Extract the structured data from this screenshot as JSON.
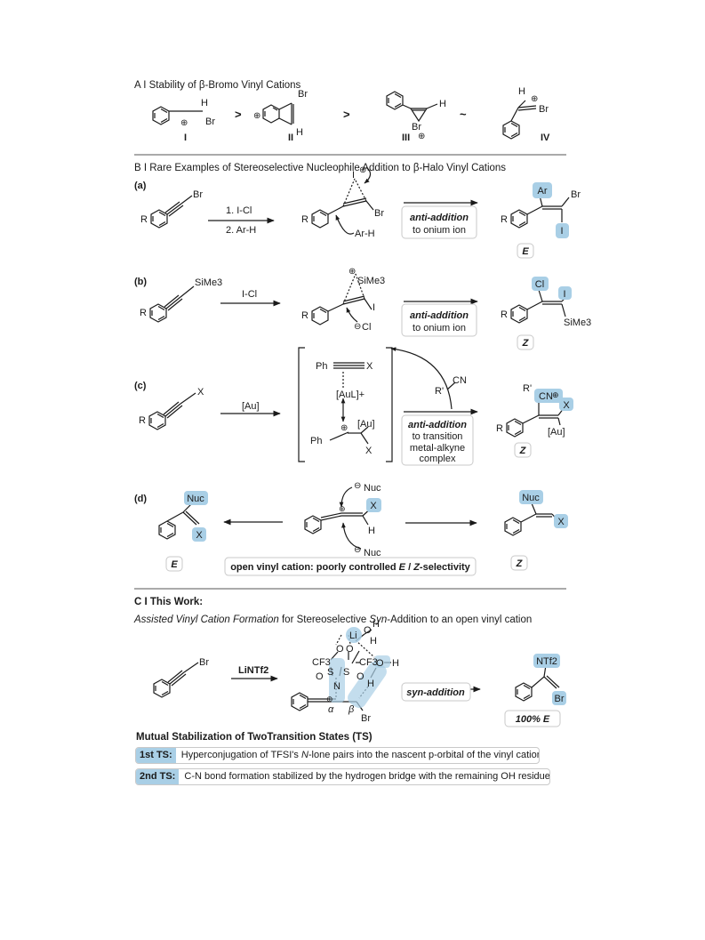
{
  "sectionA": {
    "title": "A I Stability of β-Bromo Vinyl Cations",
    "labels": [
      "I",
      "II",
      "III",
      "IV"
    ],
    "gt1": ">",
    "gt2": ">",
    "tilde": "~",
    "H": "H",
    "Br": "Br"
  },
  "sectionB": {
    "title": "B I Rare Examples of Stereoselective Nucleophile Addition to β-Halo Vinyl Cations",
    "a": {
      "tag": "(a)",
      "substrate_x": "Br",
      "step1": "1. I-Cl",
      "step2": "2. Ar-H",
      "nu": "Ar-H",
      "ring_atom": "I",
      "box1": "anti-addition",
      "box2": "to onium ion",
      "p_top": "Ar",
      "p_side": "Br",
      "p_bottom": "I",
      "stereo": "E",
      "R": "R"
    },
    "b": {
      "tag": "(b)",
      "substrate_x": "SiMe3",
      "reagent": "I-Cl",
      "ring_group": "SiMe3",
      "iodo": "I",
      "cl": "Cl",
      "box1": "anti-addition",
      "box2": "to onium ion",
      "p_top": "Cl",
      "p_side": "I",
      "p_bottom": "SiMe3",
      "stereo": "Z",
      "R": "R"
    },
    "c": {
      "tag": "(c)",
      "substrate_x": "X",
      "reagent": "[Au]",
      "ph": "Ph",
      "x": "X",
      "complex": "[AuL]+",
      "au": "[Au]",
      "nitrile_r": "R'",
      "nitrile_cn": "CN",
      "box1": "anti-addition",
      "box2": "to transition",
      "box3": "metal-alkyne",
      "box4": "complex",
      "p_top_r": "R'",
      "p_top_cn": "CN",
      "p_side": "X",
      "p_bottom": "[Au]",
      "stereo": "Z",
      "R": "R"
    },
    "d": {
      "tag": "(d)",
      "nuc": "Nuc",
      "x": "X",
      "h": "H",
      "left_stereo": "E",
      "right_stereo": "Z",
      "box_pre": "open vinyl cation: poorly controlled ",
      "box_e": "E",
      "box_sep": " / ",
      "box_z": "Z",
      "box_post": "-selectivity"
    }
  },
  "sectionC": {
    "title": "C I This Work:",
    "subtitle_1": "Assisted Vinyl Cation Formation",
    "subtitle_2": " for Stereoselective ",
    "subtitle_3": "Syn",
    "subtitle_4": "-Addition to an open vinyl cation",
    "substrate_x": "Br",
    "reagent": "LiNTf2",
    "arrow_label": "syn-addition",
    "product_top": "NTf2",
    "product_side": "Br",
    "result": "100% E",
    "ts": {
      "li": "Li",
      "o": "O",
      "h": "H",
      "cf3": "CF3",
      "s": "S",
      "n": "N",
      "alpha": "α",
      "beta": "β",
      "br": "Br"
    }
  },
  "ts_info": {
    "title": "Mutual Stabilization of TwoTransition States (TS)",
    "ts1_tag": "1st TS:",
    "ts1_text_a": " Hyperconjugation of TFSI's ",
    "ts1_text_b": "N",
    "ts1_text_c": "-lone pairs into the nascent p-orbital of the vinyl cation",
    "ts2_tag": "2nd TS:",
    "ts2_text": " C-N bond formation stabilized by the hydrogen bridge with the remaining OH residue"
  },
  "colors": {
    "highlight": "#a9cfe6",
    "line": "#1a1a1a",
    "rule": "#555555",
    "box_border": "#c9c9c9"
  }
}
